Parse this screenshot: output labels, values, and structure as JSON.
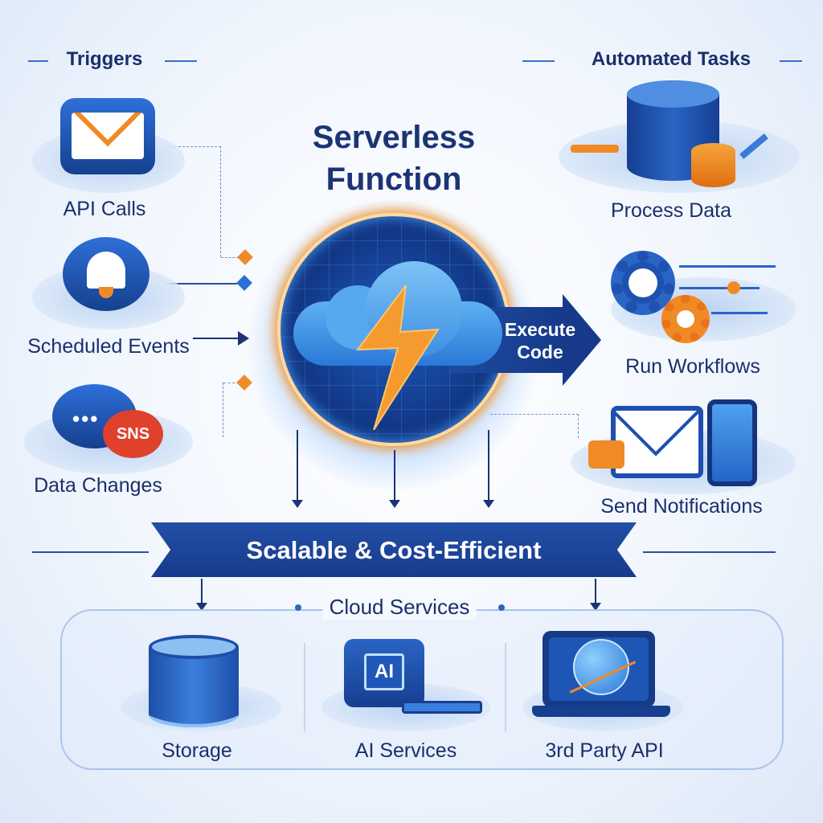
{
  "title": {
    "line1": "Serverless",
    "line2": "Function"
  },
  "triggers": {
    "heading": "Triggers",
    "items": [
      {
        "label": "API Calls",
        "icon": "envelope-icon"
      },
      {
        "label": "Scheduled Events",
        "icon": "bell-icon"
      },
      {
        "label": "Data Changes",
        "icon": "chat-sns-icon",
        "badge": "SNS"
      }
    ]
  },
  "tasks": {
    "heading": "Automated Tasks",
    "items": [
      {
        "label": "Process Data",
        "icon": "database-icon"
      },
      {
        "label": "Run Workflows",
        "icon": "gears-icon"
      },
      {
        "label": "Send Notifications",
        "icon": "mail-phone-icon"
      }
    ]
  },
  "center": {
    "arrow_line1": "Execute",
    "arrow_line2": "Code",
    "icon": "cloud-lightning-icon"
  },
  "banner": {
    "label": "Scalable & Cost-Efficient"
  },
  "cloud_services": {
    "heading": "Cloud Services",
    "items": [
      {
        "label": "Storage",
        "icon": "storage-icon"
      },
      {
        "label": "AI Services",
        "icon": "ai-chip-icon",
        "chip": "AI"
      },
      {
        "label": "3rd Party API",
        "icon": "laptop-globe-icon"
      }
    ]
  },
  "colors": {
    "navy": "#1b2f6b",
    "blue": "#2a6fd6",
    "orange": "#f08a24"
  }
}
